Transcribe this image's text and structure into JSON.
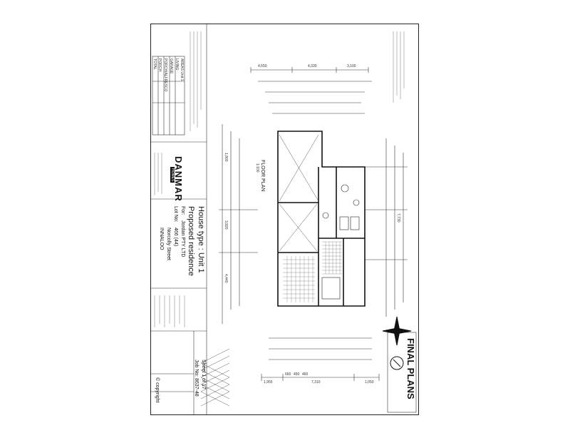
{
  "sheet": {
    "final_plans": "FINAL PLANS",
    "sheet_number": "Sheet 1 of 17",
    "job_number": "Job No: 8637-48",
    "copyright": "© copyright",
    "floor_plan_label": "FLOOR PLAN",
    "scale": "1:100"
  },
  "project": {
    "house_type": "House type : Unit 1",
    "proposed": "Proposed residence",
    "for_line": "For:",
    "client": "Jordan PTY LTD",
    "lot_label": "Lot No:",
    "lot": "466 (44)",
    "street": "Norcolly Street",
    "suburb": "INNALOO"
  },
  "company": {
    "name": "DANMAR",
    "sub": "HOMES"
  },
  "areas": {
    "title": "AREAS Unit 1",
    "rows": [
      "LIVING",
      "GARAGE",
      "PORCH/ALFRESCO",
      "PORCH",
      "TOTAL"
    ]
  },
  "dims": {
    "top": [
      "4,550",
      "4,330",
      "3,100"
    ],
    "bottom_a": "1,955",
    "bottom_b": "7,310",
    "bottom_c": "1,050",
    "left_a": "1,800",
    "left_b": "3,920",
    "left_c": "4,440",
    "mid": "7,730",
    "small": [
      "660",
      "450",
      "460"
    ]
  }
}
